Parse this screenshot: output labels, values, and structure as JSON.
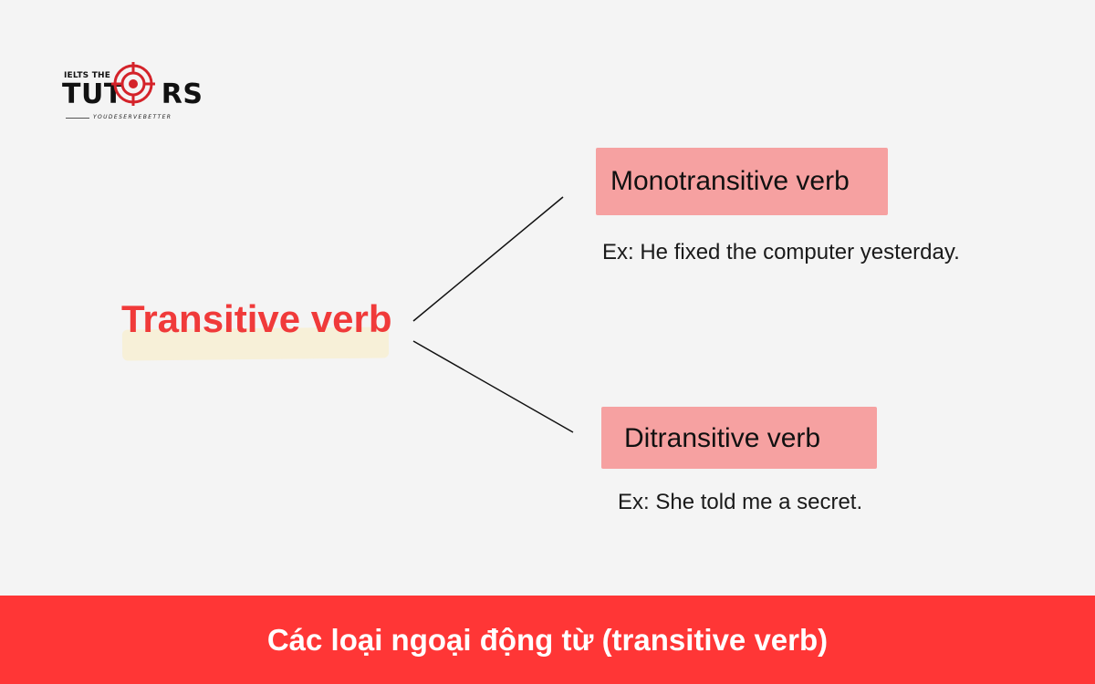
{
  "logo": {
    "top_text": "IELTS THE",
    "main_left": "TUT",
    "main_right": "RS",
    "tagline": "YOUDESERVEBETTER",
    "accent_color": "#d4232a"
  },
  "diagram": {
    "root": "Transitive verb",
    "branches": [
      {
        "label": "Monotransitive verb",
        "example": "Ex: He fixed the computer yesterday."
      },
      {
        "label": "Ditransitive verb",
        "example": "Ex: She told me a secret."
      }
    ]
  },
  "footer": {
    "title": "Các loại ngoại động từ (transitive verb)"
  },
  "colors": {
    "root_text": "#f03a3a",
    "root_highlight": "#f7f0d8",
    "branch_highlight": "#f6a1a1",
    "footer_bg": "#ff3636",
    "background": "#f4f4f4"
  }
}
